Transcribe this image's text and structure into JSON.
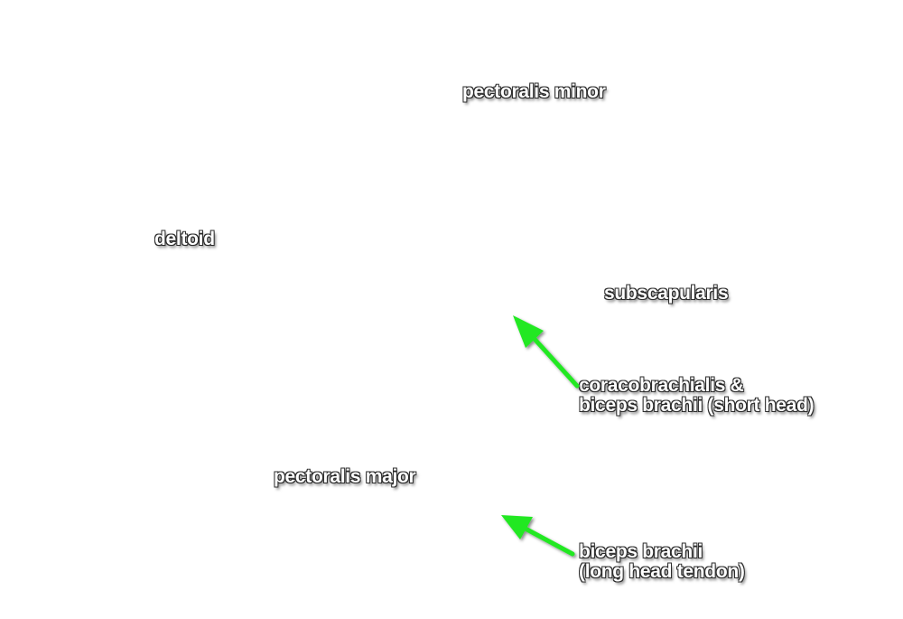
{
  "labels": {
    "pectoralis_minor": "pectoralis minor",
    "deltoid": "deltoid",
    "subscapularis": "subscapularis",
    "coracobrachialis": {
      "line1": "coracobrachialis &",
      "line2": "biceps brachii (short head)"
    },
    "pectoralis_major": "pectoralis major",
    "biceps_long_head": {
      "line1": "biceps brachii",
      "line2": "(long head tendon)"
    }
  },
  "colors": {
    "background": "#ffffff",
    "label_text": "#ffffff",
    "label_outline": "#2a2a2a",
    "arrow": "#22e822"
  }
}
